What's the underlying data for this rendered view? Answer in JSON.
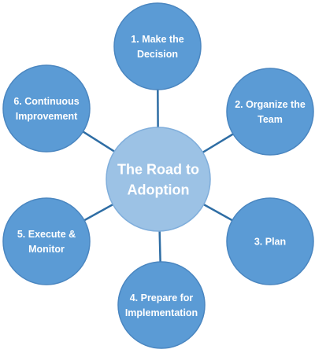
{
  "diagram": {
    "center": {
      "label_lines": [
        "The Road to",
        "Adoption"
      ]
    },
    "nodes": [
      {
        "id": "make-decision",
        "label_lines": [
          "1. Make the",
          "Decision"
        ]
      },
      {
        "id": "organize-team",
        "label_lines": [
          "2. Organize the",
          "Team"
        ]
      },
      {
        "id": "plan",
        "label_lines": [
          "3. Plan"
        ]
      },
      {
        "id": "prepare-implementation",
        "label_lines": [
          "4.  Prepare for",
          "Implementation"
        ]
      },
      {
        "id": "execute-monitor",
        "label_lines": [
          "5. Execute &",
          "Monitor"
        ]
      },
      {
        "id": "continuous-improvement",
        "label_lines": [
          "6. Continuous",
          "Improvement"
        ]
      }
    ],
    "colors": {
      "outer_fill": "#5b9bd5",
      "outer_stroke": "#4a86c0",
      "center_fill": "#9cc2e5",
      "center_stroke": "#80aedb",
      "connector": "#2e6da4",
      "text": "#ffffff"
    }
  }
}
